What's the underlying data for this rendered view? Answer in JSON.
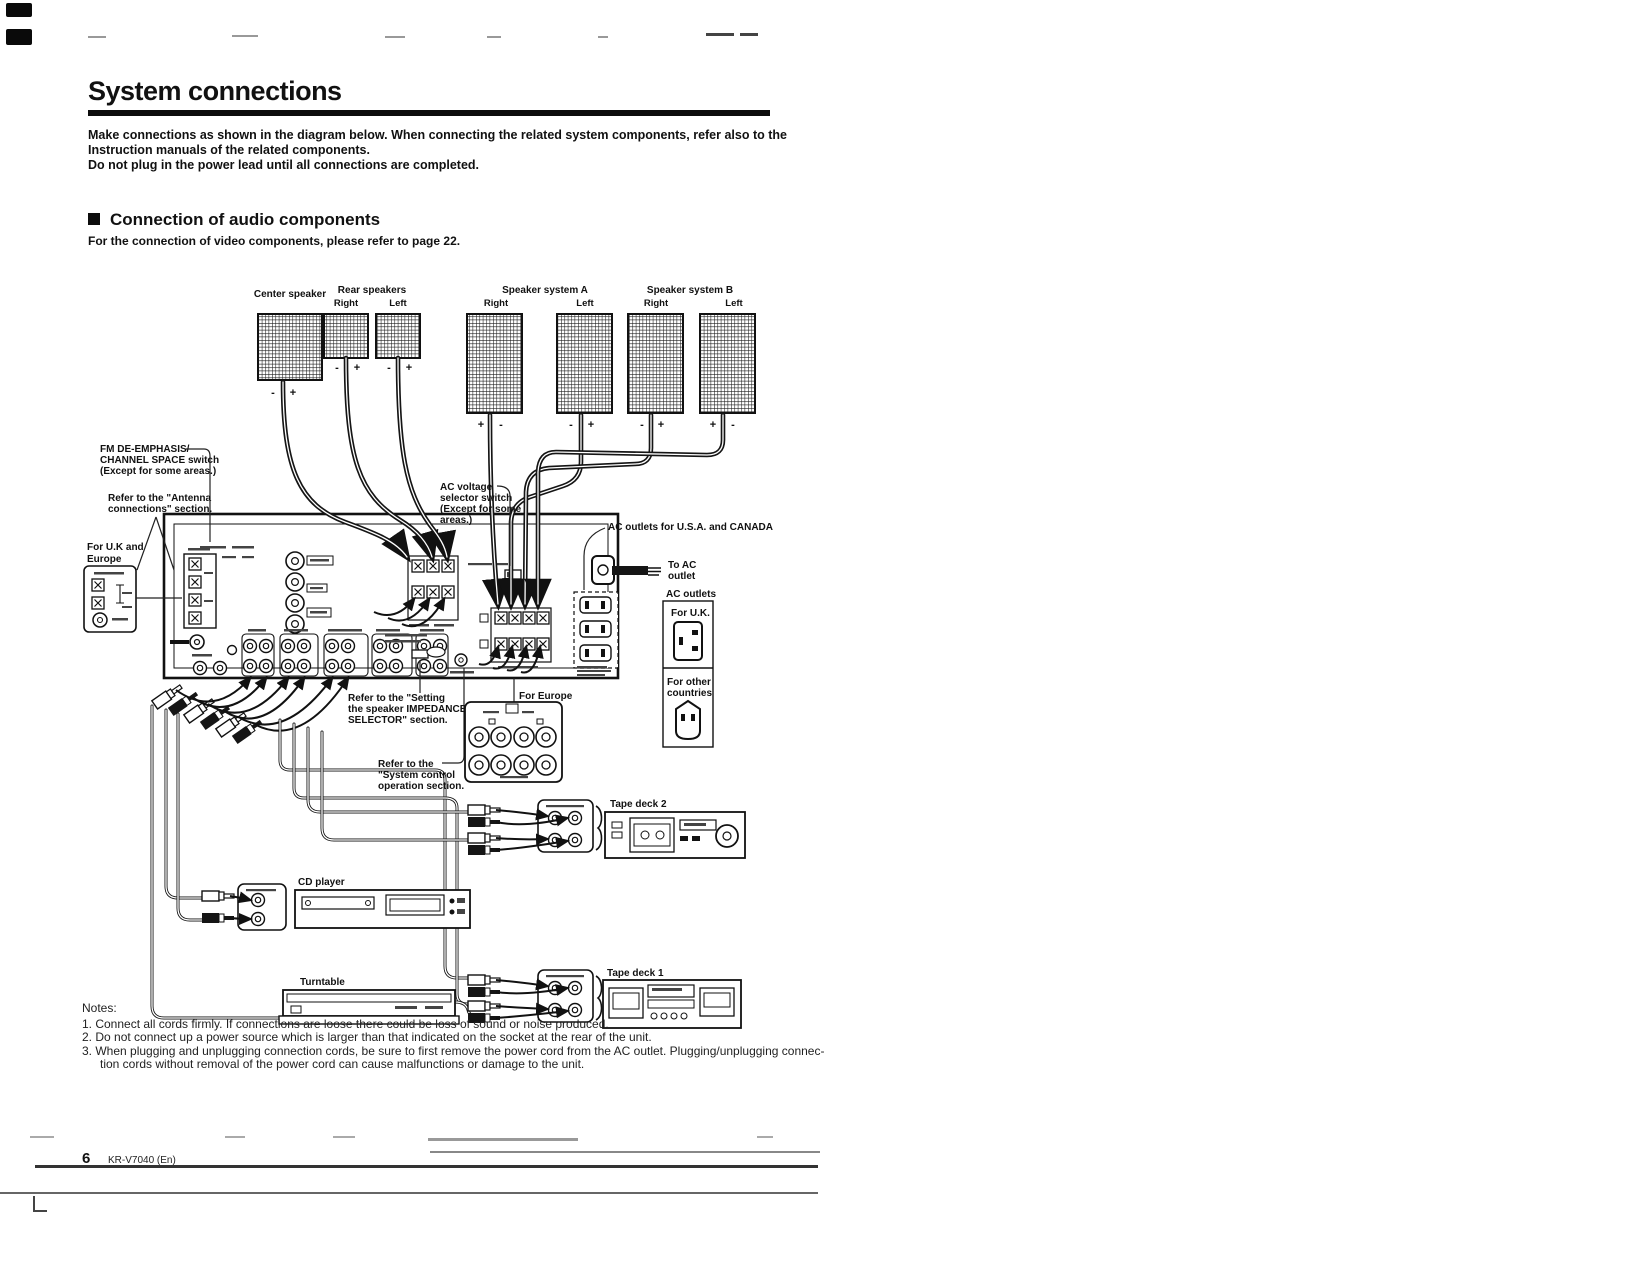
{
  "page": {
    "title": "System connections",
    "intro": [
      "Make connections as shown in the diagram below. When connecting the related system components, refer also to the",
      "Instruction manuals of the related components.",
      "Do not plug in the power lead until all connections are completed."
    ],
    "section_heading": "Connection of audio components",
    "section_subtext": "For the connection of video components, please refer to page 22.",
    "footer": {
      "page_number": "6",
      "model": "KR-V7040 (En)"
    }
  },
  "notes": {
    "heading": "Notes:",
    "items": [
      "1.  Connect all cords firmly. If connections are loose there could be loss of sound or noise produced.",
      "2.  Do not connect up a power source which is larger than that indicated on the socket at the rear of the unit.",
      "3.  When plugging and unplugging connection cords, be sure to first remove the power cord from the AC outlet. Plugging/unplugging connec-",
      "tion cords without removal of the power cord can cause malfunctions or damage to the unit."
    ]
  },
  "diagram": {
    "speakers": {
      "center": "Center speaker",
      "rear": "Rear speakers",
      "system_a": "Speaker system A",
      "system_b": "Speaker system B",
      "right": "Right",
      "left": "Left"
    },
    "polarity": {
      "plus": "+",
      "minus": "-"
    },
    "callouts": {
      "fm_switch": [
        "FM DE-EMPHASIS/",
        "CHANNEL SPACE switch",
        "(Except for some areas.)"
      ],
      "antenna": [
        "Refer to the \"Antenna",
        "connections\" section."
      ],
      "uk_europe": [
        "For U.K and",
        "Europe"
      ],
      "ac_voltage": [
        "AC voltage",
        "selector switch",
        "(Except for some",
        "areas.)"
      ],
      "ac_outlets_usa": "AC outlets for U.S.A. and CANADA",
      "to_ac": [
        "To AC",
        "outlet"
      ],
      "ac_outlets": "AC outlets",
      "for_uk": "For U.K.",
      "for_other": [
        "For other",
        "countries"
      ],
      "impedance": [
        "Refer to the \"Setting",
        "the speaker IMPEDANCE",
        "SELECTOR\" section."
      ],
      "for_europe": "For Europe",
      "system_control": [
        "Refer to the",
        "\"System control",
        "operation section."
      ],
      "tape_deck_2": "Tape deck 2",
      "cd_player": "CD player",
      "turntable": "Turntable",
      "tape_deck_1": "Tape deck 1"
    }
  }
}
